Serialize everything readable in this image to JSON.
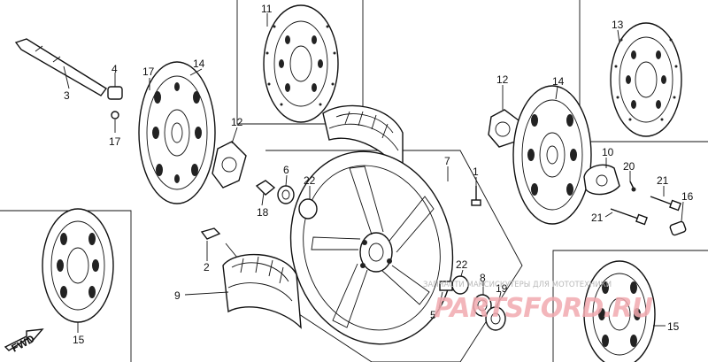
{
  "labels": {
    "p1": "1",
    "p2": "2",
    "p3": "3",
    "p4": "4",
    "p5": "5",
    "p6": "6",
    "p7": "7",
    "p8": "8",
    "p9": "9",
    "p10": "10",
    "p11": "11",
    "p12a": "12",
    "p12b": "12",
    "p13": "13",
    "p14a": "14",
    "p14b": "14",
    "p15a": "15",
    "p15b": "15",
    "p16": "16",
    "p17a": "17",
    "p17b": "17",
    "p18": "18",
    "p19": "19",
    "p20": "20",
    "p21a": "21",
    "p21b": "21",
    "p22a": "22",
    "p22b": "22"
  },
  "fwd": "FWD",
  "watermark": {
    "caption": "ЗАПЧАСТИ МАКСИСКУТЕРЫ ДЛЯ МОТОТЕХНИКИ",
    "brand": "PARTSFORD.RU"
  }
}
